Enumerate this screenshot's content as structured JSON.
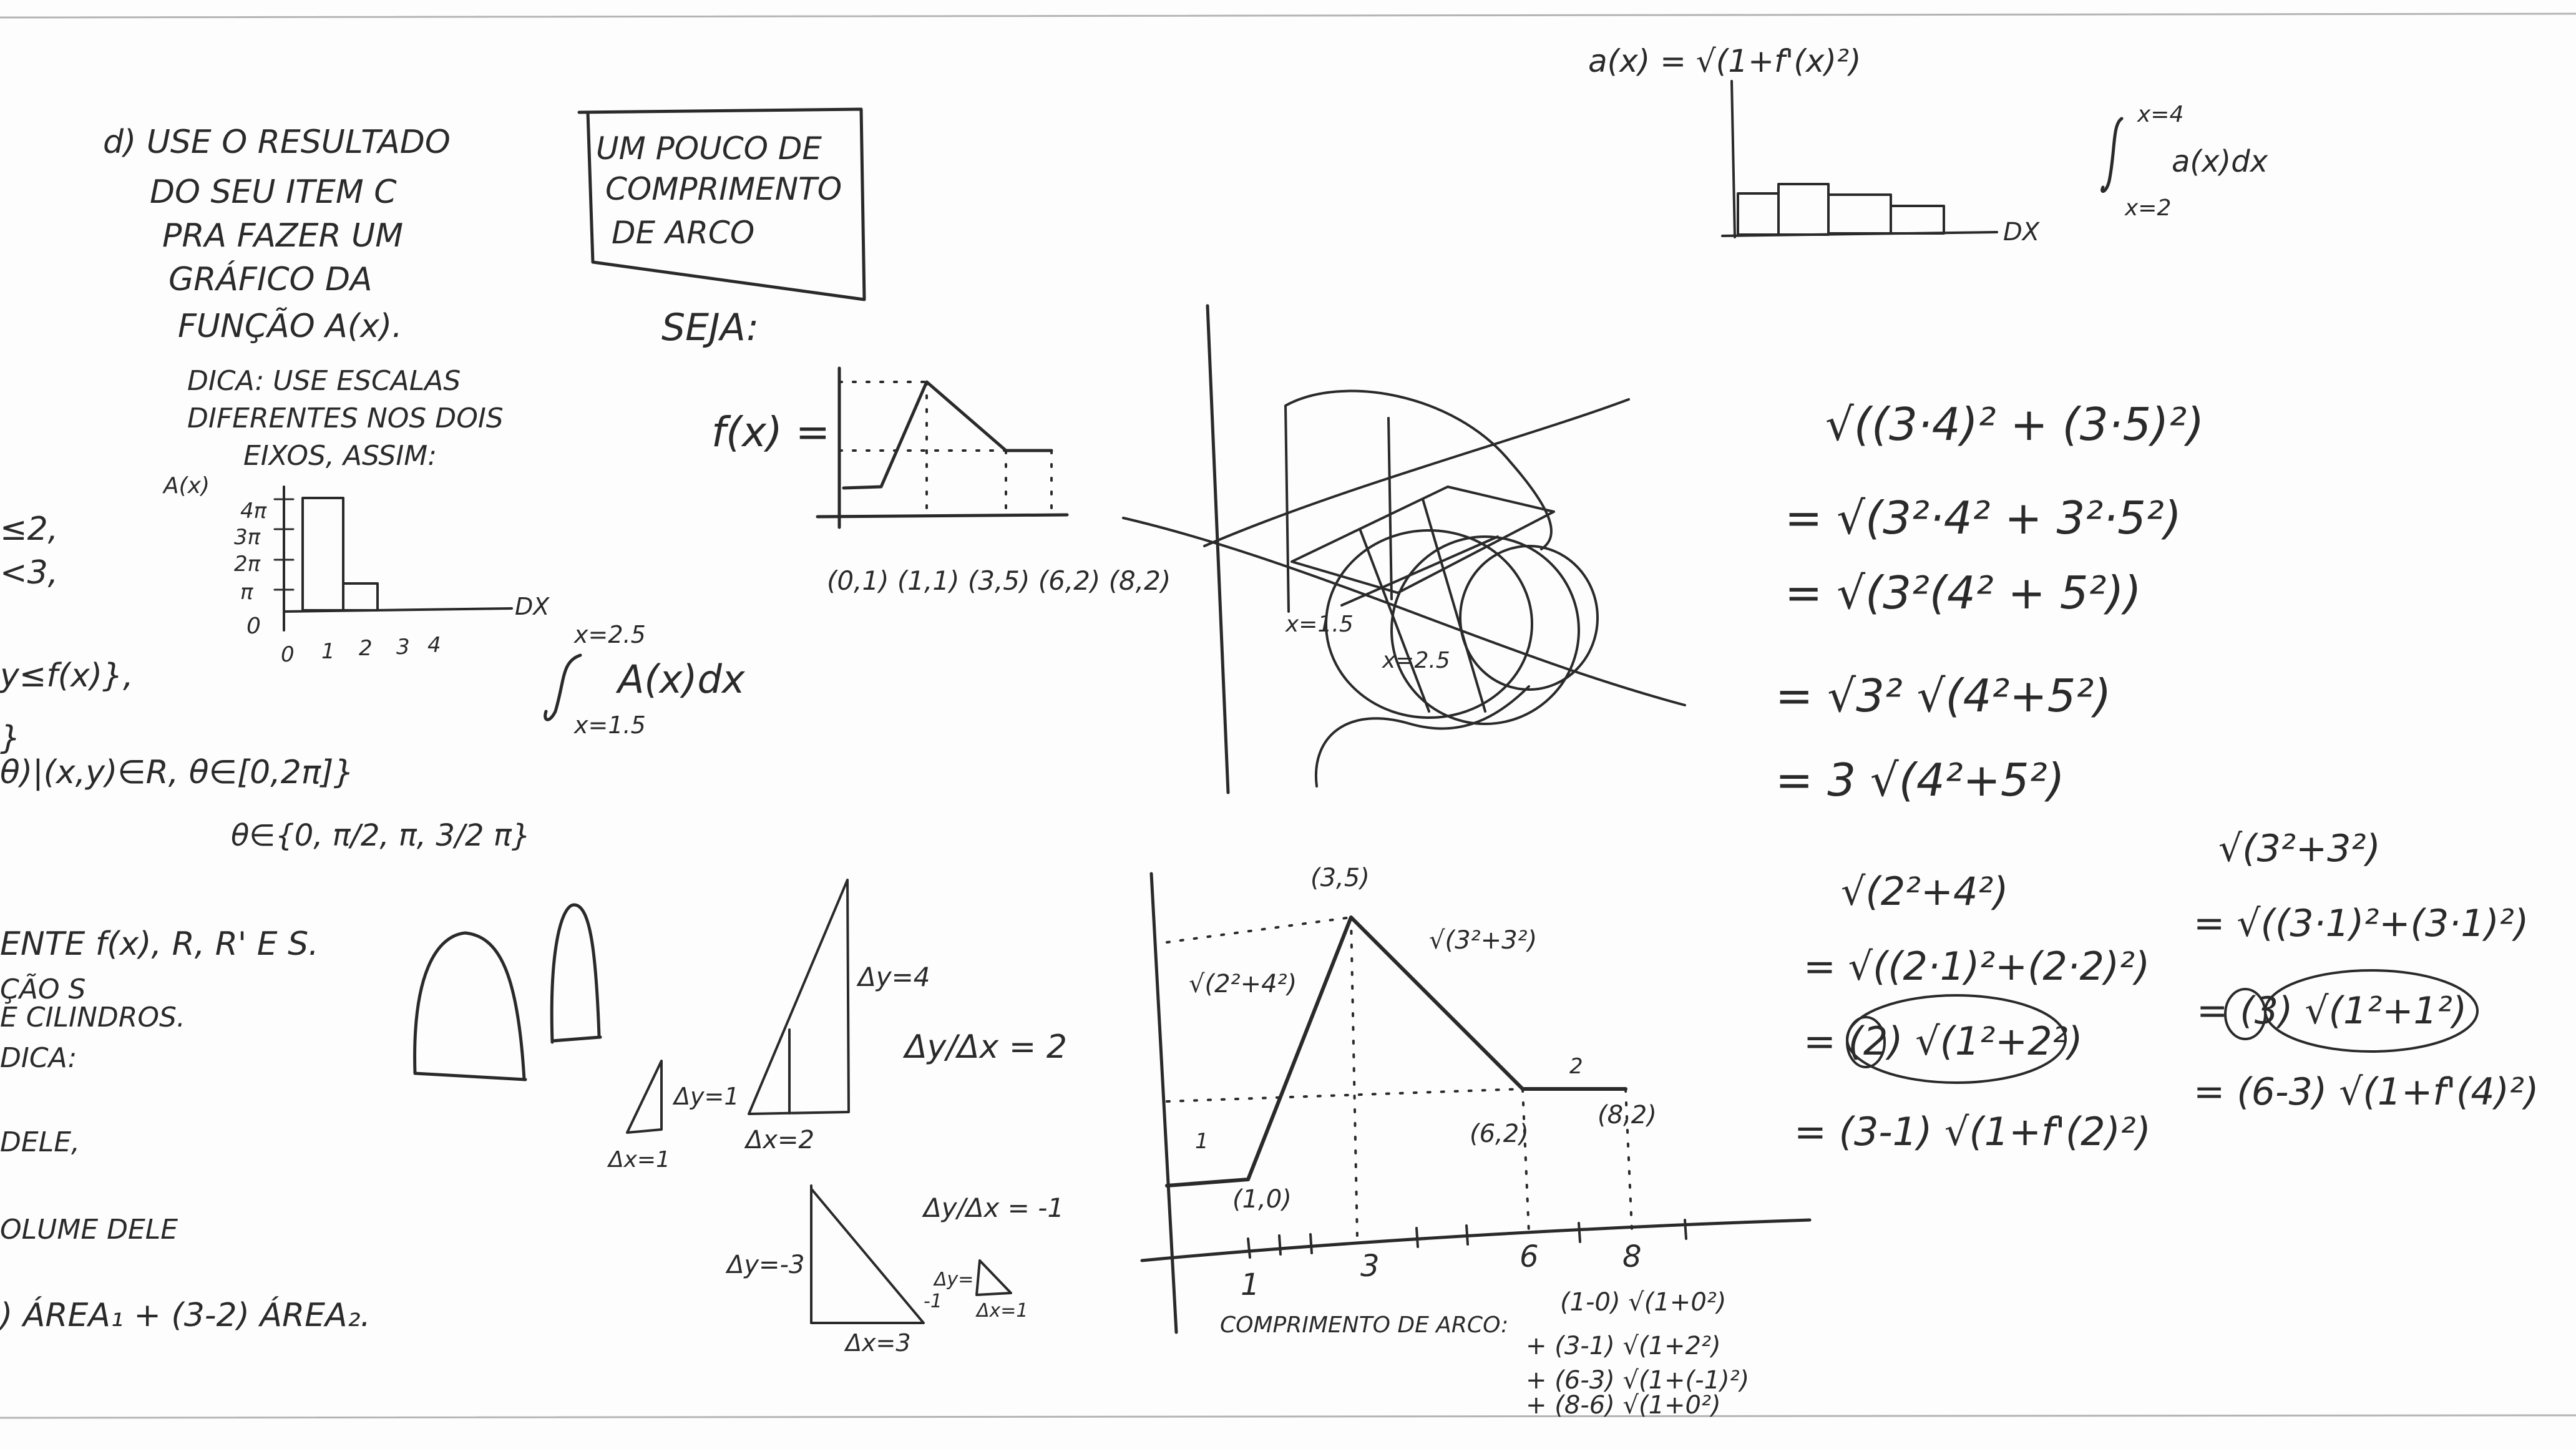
{
  "colors": {
    "ink": "#2a2a2a",
    "board": "#fdfdfd"
  },
  "left": {
    "item_d": [
      "d) USE O RESULTADO",
      "DO SEU ITEM C",
      "PRA FAZER UM",
      "GRÁFICO DA",
      "FUNÇÃO A(x)."
    ],
    "hint": [
      "DICA: USE ESCALAS",
      "DIFERENTES NOS DOIS",
      "EIXOS, ASSIM:"
    ],
    "graph_a": {
      "y_label": "A(x)",
      "y_ticks": [
        "4π",
        "3π",
        "2π",
        "π",
        "0"
      ],
      "x_ticks": [
        "0",
        "1",
        "2",
        "3",
        "4"
      ],
      "x_label": "DX"
    },
    "integral_a": {
      "upper": "x=2.5",
      "body": "A(x)dx",
      "lower": "x=1.5"
    },
    "cut_lines": [
      "≤2,",
      "<3,",
      "y≤f(x)},",
      "}",
      "θ)|(x,y)∈R, θ∈[0,2π]}",
      "θ∈{0, π/2, π, 3/2 π}",
      "ENTE f(x), R, R' E S.",
      "ÇÃO S",
      "E CILINDROS.",
      "DICA:",
      "DELE,",
      "OLUME DELE",
      ") ÁREA₁ + (3-2) ÁREA₂."
    ]
  },
  "box": {
    "lines": [
      "UM POUCO DE",
      "COMPRIMENTO",
      "DE ARCO"
    ]
  },
  "seja": "SEJA:",
  "f_label": "f(x) =",
  "f_points": "(0,1) (1,1) (3,5) (6,2) (8,2)",
  "labels_3d": [
    "x=1.5",
    "x=2.5"
  ],
  "triangles": {
    "t1": {
      "dy": "Δy=1",
      "dx": "Δx=1"
    },
    "t2": {
      "dy": "Δy=4",
      "dx": "Δx=2"
    },
    "slope2": "Δy/Δx = 2",
    "t3": {
      "dy": "Δy=-3",
      "dx": "Δx=3"
    },
    "slope3": "Δy/Δx = -1",
    "t4": {
      "dy": "Δy=",
      "dx": "Δx=1",
      "minus": "-1"
    }
  },
  "big_graph": {
    "points": [
      {
        "label": "(1,0)"
      },
      {
        "label": "(3,5)"
      },
      {
        "label": "(6,2)"
      },
      {
        "label": "(8,2)"
      }
    ],
    "segment_labels": [
      "1",
      "√(2²+4²)",
      "√(3²+3²)",
      "2"
    ],
    "x_ticks": [
      "1",
      "3",
      "6",
      "8"
    ],
    "arc_label": "COMPRIMENTO DE ARCO:",
    "arc_terms": [
      "(1-0) √(1+0²)",
      "+ (3-1) √(1+2²)",
      "+ (6-3) √(1+(-1)²)",
      "+ (8-6) √(1+0²)"
    ]
  },
  "top_right": {
    "formula": "a(x) = √(1+f'(x)²)",
    "axis_label": "DX",
    "integral": {
      "upper": "x=4",
      "body": "a(x)dx",
      "lower": "x=2"
    }
  },
  "derivation1": [
    "√((3·4)² + (3·5)²)",
    "= √(3²·4² + 3²·5²)",
    "= √(3²(4² + 5²))",
    "= √3² √(4²+5²)",
    "= 3 √(4²+5²)"
  ],
  "derivation2": [
    "√(2²+4²)",
    "= √((2·1)²+(2·2)²)",
    "= (2) √(1²+2²)",
    "= (3-1) √(1+f'(2)²)"
  ],
  "derivation3": [
    "√(3²+3²)",
    "= √((3·1)²+(3·1)²)",
    "= (3) √(1²+1²)",
    "= (6-3) √(1+f'(4)²)"
  ]
}
